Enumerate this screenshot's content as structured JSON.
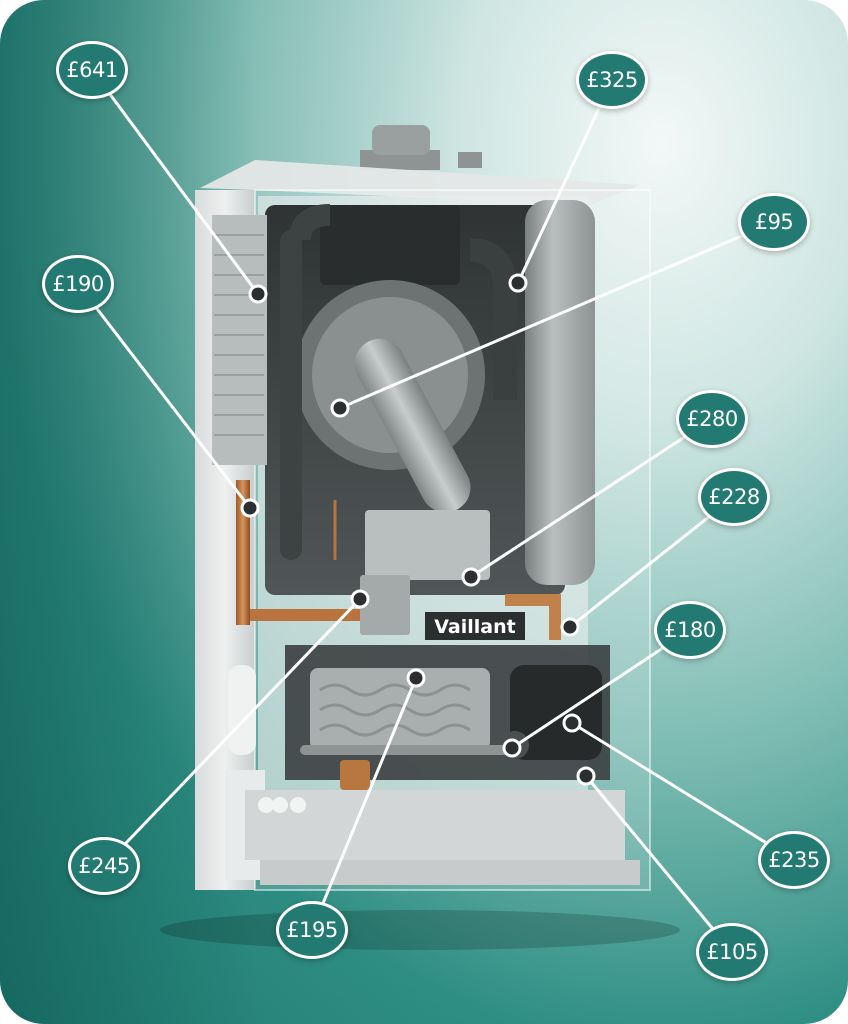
{
  "brand": {
    "logo_text": "Vaillant",
    "accent_color": "#237a72",
    "background_color": "#2f8f84"
  },
  "callouts": [
    {
      "id": "641",
      "label": "£641"
    },
    {
      "id": "325",
      "label": "£325"
    },
    {
      "id": "95",
      "label": "£95"
    },
    {
      "id": "190",
      "label": "£190"
    },
    {
      "id": "280",
      "label": "£280"
    },
    {
      "id": "228",
      "label": "£228"
    },
    {
      "id": "180",
      "label": "£180"
    },
    {
      "id": "245",
      "label": "£245"
    },
    {
      "id": "235",
      "label": "£235"
    },
    {
      "id": "195",
      "label": "£195"
    },
    {
      "id": "105",
      "label": "£105"
    }
  ]
}
